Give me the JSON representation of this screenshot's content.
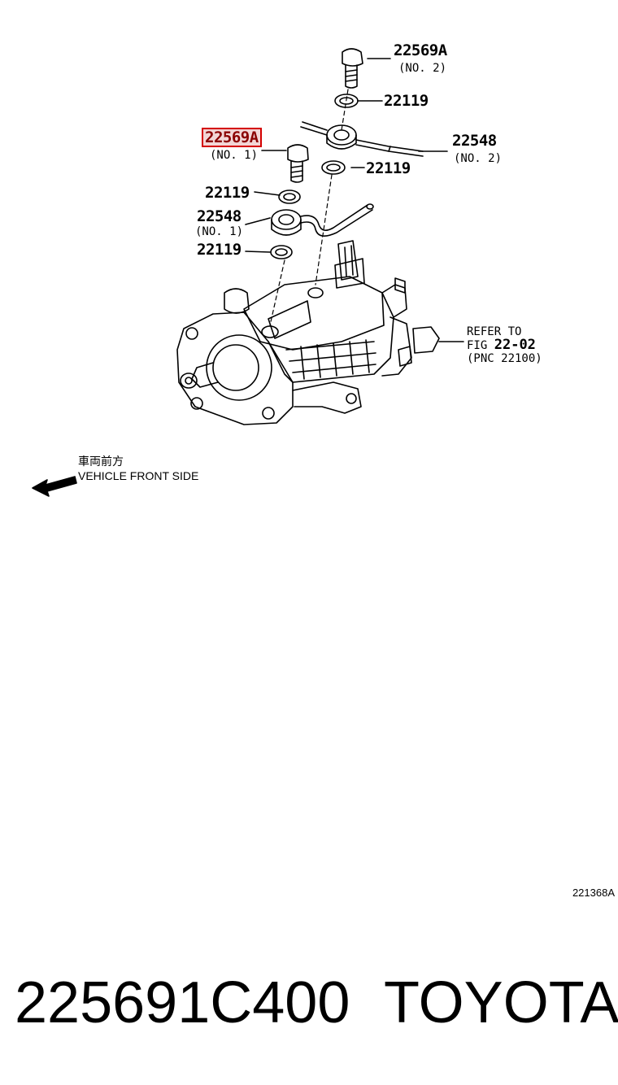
{
  "labels": {
    "bolt_no2_part": "22569A",
    "bolt_no2_sub": "(NO. 2)",
    "gasket_top": "22119",
    "bolt_no1_part": "22569A",
    "bolt_no1_sub": "(NO. 1)",
    "pipe_no2_part": "22548",
    "pipe_no2_sub": "(NO. 2)",
    "gasket_mid_right": "22119",
    "gasket_mid_left": "22119",
    "pipe_no1_part": "22548",
    "pipe_no1_sub": "(NO. 1)",
    "gasket_low": "22119"
  },
  "refer": {
    "line1": "REFER TO",
    "line2_prefix": "FIG",
    "line2_fig": "22-02",
    "line3": "(PNC 22100)"
  },
  "front": {
    "jp": "車両前方",
    "en": "VEHICLE FRONT SIDE"
  },
  "diagram_code": "221368A",
  "footer": {
    "part_number": "225691C400",
    "brand": "TOYOTA"
  },
  "colors": {
    "highlight_border": "#d40000",
    "highlight_fill": "#f2d6d6"
  }
}
